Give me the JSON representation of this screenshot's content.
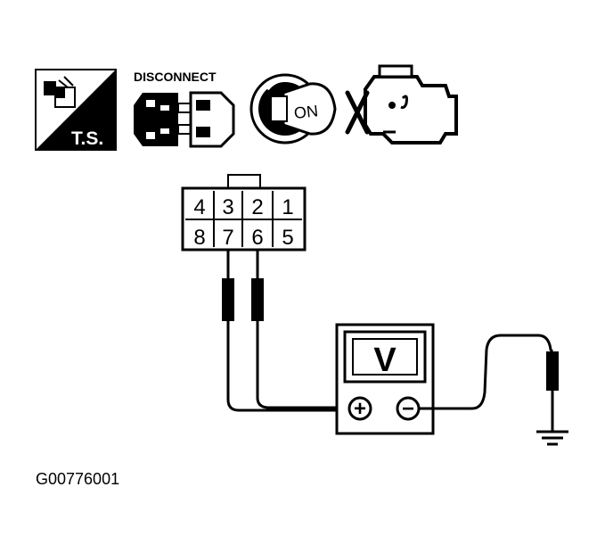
{
  "icons": {
    "ts_label": "T.S.",
    "disconnect_label": "DISCONNECT",
    "ignition_label": "ON"
  },
  "connector": {
    "top_row": [
      "4",
      "3",
      "2",
      "1"
    ],
    "bottom_row": [
      "8",
      "7",
      "6",
      "5"
    ]
  },
  "meter": {
    "display": "V",
    "positive_symbol": "+",
    "negative_symbol": "−"
  },
  "figure_id": "G00776001"
}
